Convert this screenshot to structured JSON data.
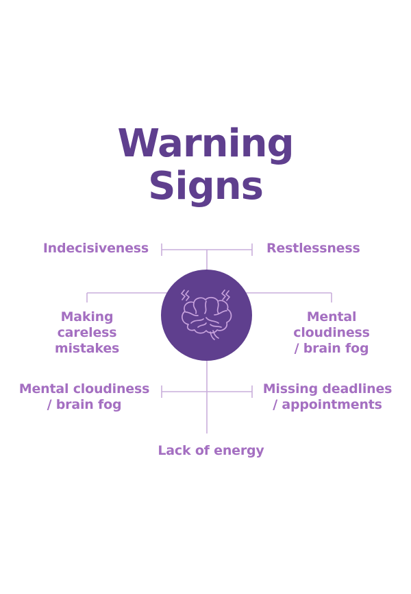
{
  "title": {
    "line1": "Warning",
    "line2": "Signs"
  },
  "hub": {
    "icon": "brain-icon",
    "color": "#5f3f8e"
  },
  "signs": {
    "indecisiveness": "Indecisiveness",
    "restlessness": "Restlessness",
    "careless_mistakes": [
      "Making",
      "careless",
      "mistakes"
    ],
    "mental_cloudiness_right": [
      "Mental",
      "cloudiness",
      "/ brain fog"
    ],
    "mental_cloudiness_left": [
      "Mental cloudiness",
      "/ brain fog"
    ],
    "missing_deadlines": [
      "Missing deadlines",
      "/ appointments"
    ],
    "lack_of_energy": "Lack of energy"
  },
  "colors": {
    "title": "#5f3f8e",
    "label": "#a46fc1",
    "line": "#c9addb",
    "icon_stroke": "#c7a2dd"
  }
}
